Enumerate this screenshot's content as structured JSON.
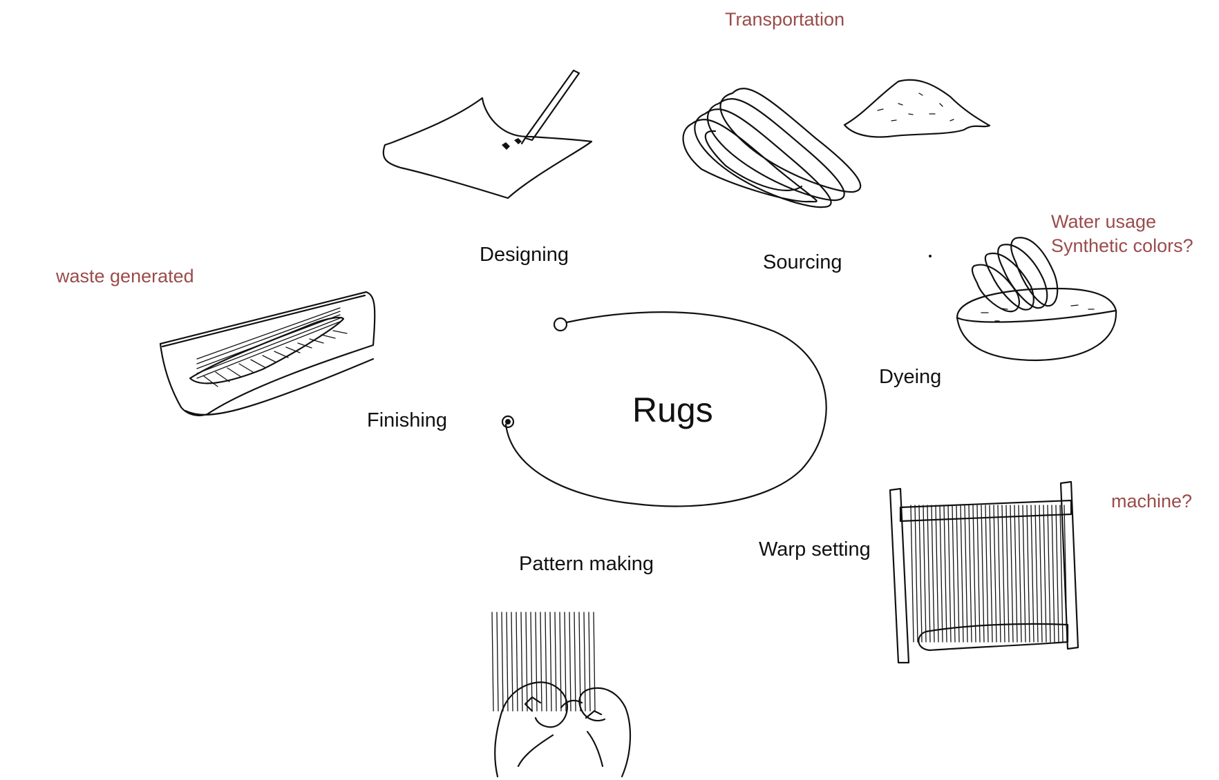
{
  "center": {
    "title": "Rugs"
  },
  "stages": {
    "designing": "Designing",
    "sourcing": "Sourcing",
    "dyeing": "Dyeing",
    "warp_setting": "Warp setting",
    "pattern_making": "Pattern making",
    "finishing": "Finishing"
  },
  "notes": {
    "transportation": "Transportation",
    "water_usage": "Water usage",
    "synthetic_colors": "Synthetic colors?",
    "machine": "machine?",
    "waste_generated": "waste generated"
  },
  "colors": {
    "ink": "#111111",
    "note": "#9a4b4b",
    "background": "#ffffff"
  },
  "icons": [
    "paper-pen-icon",
    "yarn-skein-icon",
    "fiber-pile-icon",
    "dye-bowl-icon",
    "loom-frame-icon",
    "hands-weaving-icon",
    "finished-rug-icon",
    "cycle-arrow-icon"
  ]
}
